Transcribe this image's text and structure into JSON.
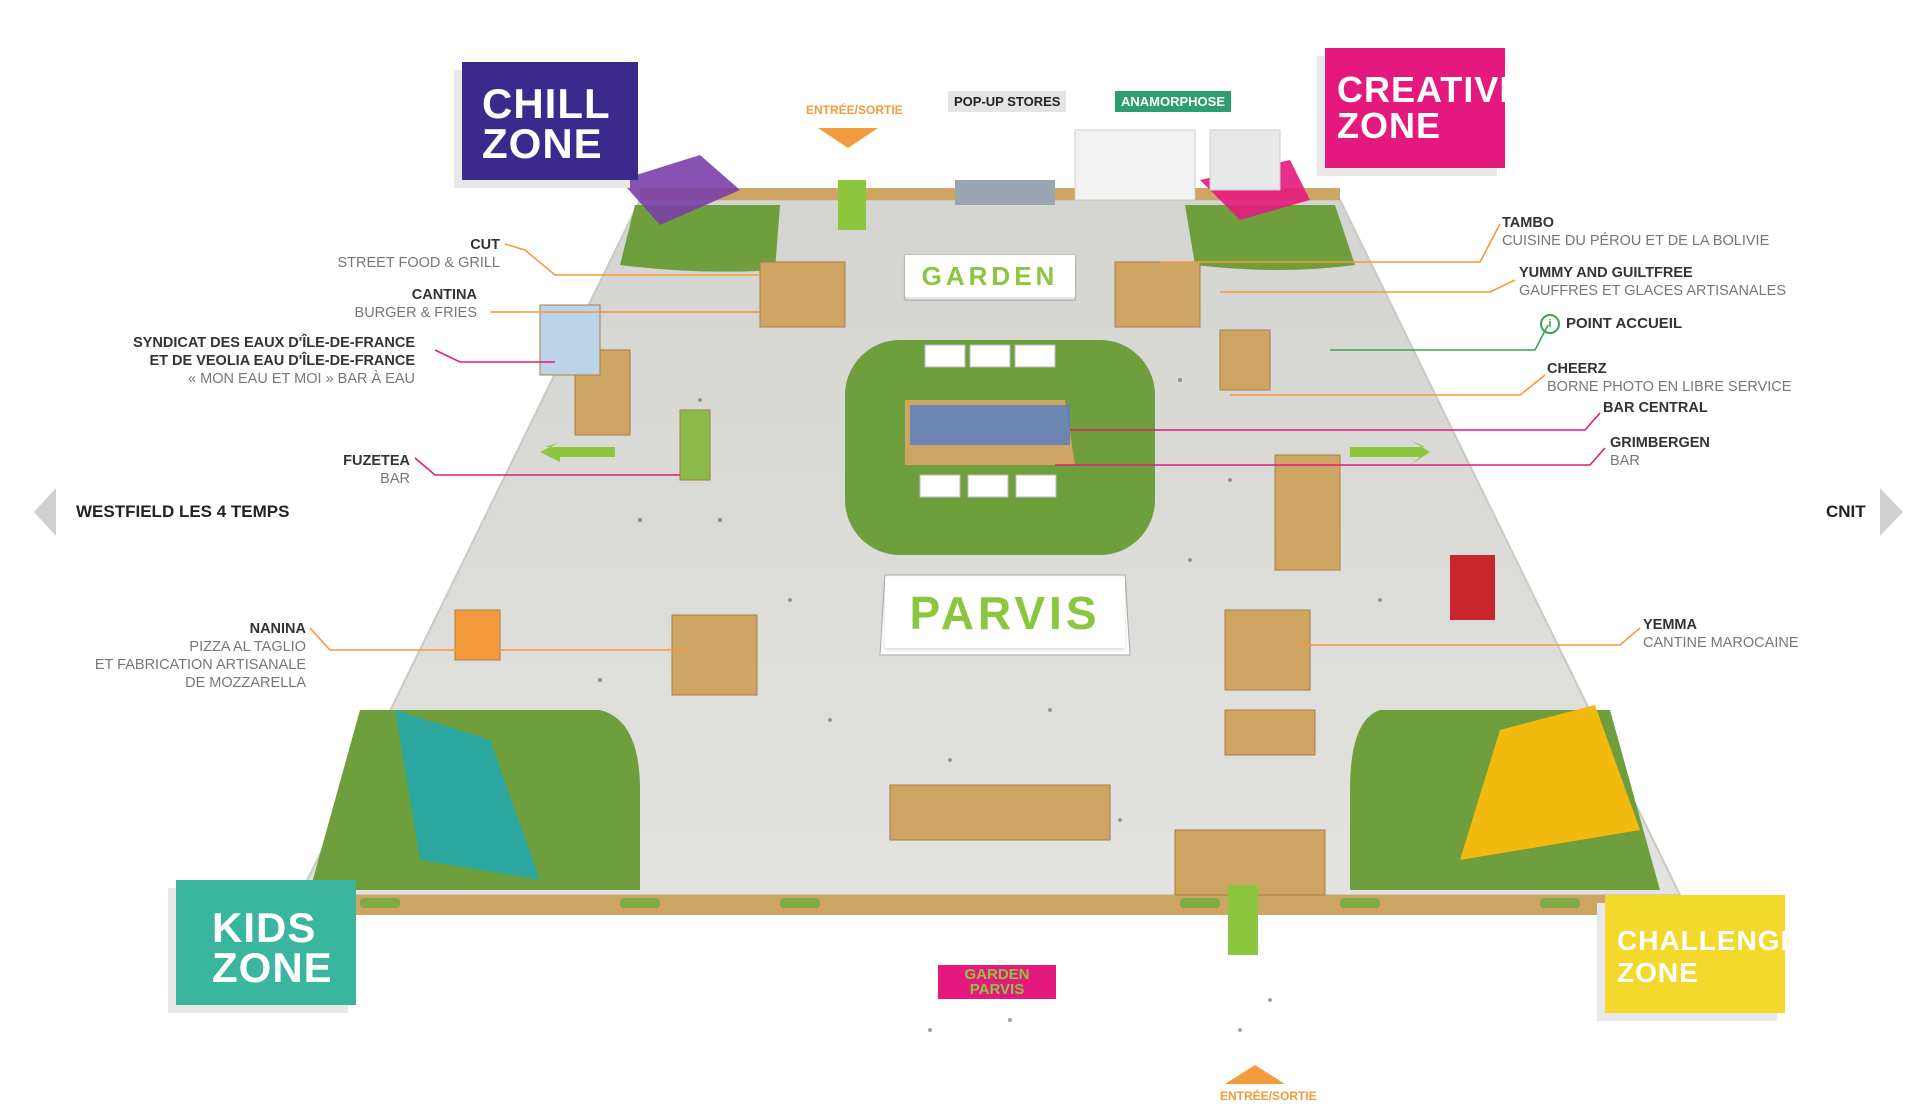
{
  "title": "Garden Parvis",
  "zones": {
    "chill": {
      "line1": "CHILL",
      "line2": "ZONE",
      "color": "#3b2a8c"
    },
    "creative": {
      "line1": "CREATIVE",
      "line2": "ZONE",
      "color": "#e5197d"
    },
    "kids": {
      "line1": "KIDS",
      "line2": "ZONE",
      "color": "#3ab5a0"
    },
    "challenge": {
      "line1": "CHALLENGE",
      "line2": "ZONE",
      "color": "#f2d92c"
    }
  },
  "top_tags": {
    "popup": "POP-UP STORES",
    "anamorphose": "ANAMORPHOSE"
  },
  "entrances": {
    "top": "ENTRÉE/SORTIE",
    "bottom": "ENTRÉE/SORTIE"
  },
  "navigation": {
    "left": "WESTFIELD LES 4 TEMPS",
    "right": "CNIT"
  },
  "signs": {
    "garden": "GARDEN",
    "parvis": "PARVIS",
    "garden_parvis_top": "GARDEN",
    "garden_parvis_bottom": "PARVIS"
  },
  "left_labels": [
    {
      "name": "CUT",
      "lines": [
        "STREET FOOD & GRILL"
      ]
    },
    {
      "name": "CANTINA",
      "lines": [
        "BURGER & FRIES"
      ]
    },
    {
      "name": "SYNDICAT DES EAUX D'ÎLE-DE-FRANCE",
      "name2": "ET DE VEOLIA EAU D'ÎLE-DE-FRANCE",
      "lines": [
        "« MON EAU ET MOI »  BAR À EAU"
      ]
    },
    {
      "name": "FUZETEA",
      "lines": [
        "BAR"
      ]
    },
    {
      "name": "NANINA",
      "lines": [
        "PIZZA AL TAGLIO",
        "ET FABRICATION ARTISANALE",
        "DE MOZZARELLA"
      ]
    }
  ],
  "right_labels": [
    {
      "name": "TAMBO",
      "lines": [
        "CUISINE DU PÉROU ET DE LA BOLIVIE"
      ]
    },
    {
      "name": "YUMMY AND GUILTFREE",
      "lines": [
        "GAUFFRES ET GLACES ARTISANALES"
      ]
    },
    {
      "name": "POINT ACCUEIL",
      "lines": []
    },
    {
      "name": "CHEERZ",
      "lines": [
        "BORNE PHOTO EN LIBRE SERVICE"
      ]
    },
    {
      "name": "BAR CENTRAL",
      "lines": []
    },
    {
      "name": "GRIMBERGEN",
      "lines": [
        "BAR"
      ]
    },
    {
      "name": "YEMMA",
      "lines": [
        "CANTINE MAROCAINE"
      ]
    }
  ],
  "colors": {
    "orange": "#f39a3c",
    "magenta": "#e5197d",
    "green": "#3aa35b",
    "grass": "#6a9a3a",
    "ground": "#d9d9d6"
  }
}
